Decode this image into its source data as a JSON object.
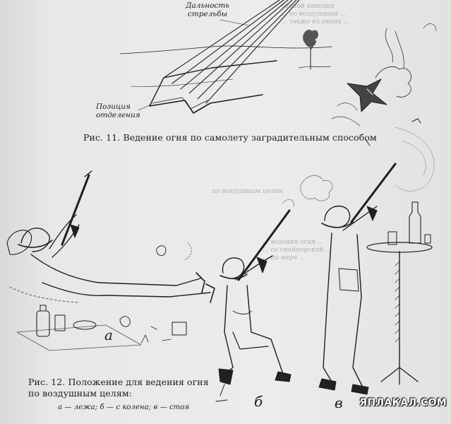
{
  "figure11": {
    "caption": "Рис. 11. Ведение огня по самолету заградительным способом",
    "label_range": "Дальность\nстрельбы",
    "label_position": "Позиция\nотделения"
  },
  "figure12": {
    "caption": "Рис. 12. Положение для ведения огня по воздушным целям:",
    "legend": "а — лежа; б — с колена; в — стоя",
    "letter_a": "а",
    "letter_b": "б",
    "letter_v": "в"
  },
  "background_text": {
    "block1": "точной наводки\n... по воздушным ...\n... также из окопа ...",
    "block2": "по воздушным целям",
    "block3": "... ведения огня ...\n... со снайперской ...\n... по мере ..."
  },
  "watermark": "ЯПЛАКАЛ.COM"
}
